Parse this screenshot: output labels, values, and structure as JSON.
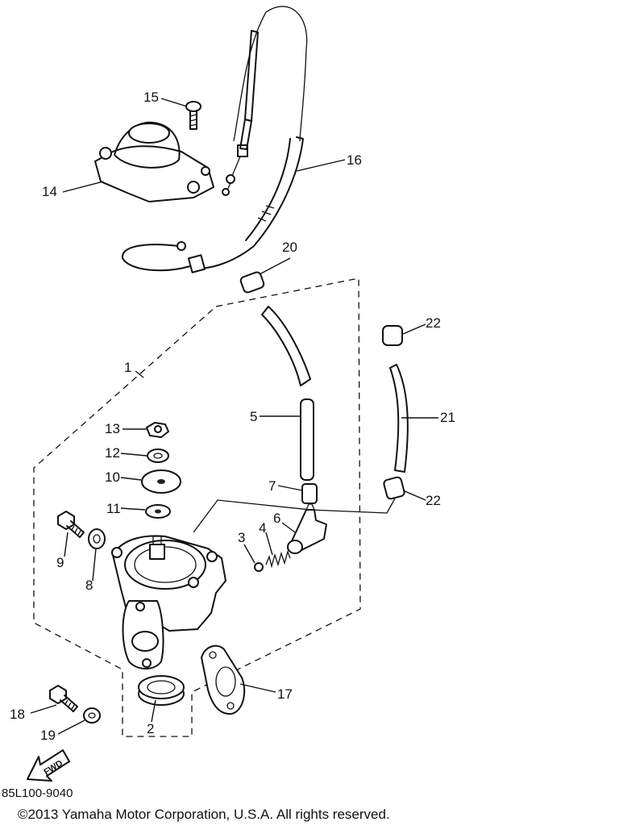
{
  "callouts": {
    "n1": "1",
    "n2": "2",
    "n3": "3",
    "n4": "4",
    "n5": "5",
    "n6": "6",
    "n7": "7",
    "n8": "8",
    "n9": "9",
    "n10": "10",
    "n11": "11",
    "n12": "12",
    "n13": "13",
    "n14": "14",
    "n15": "15",
    "n16": "16",
    "n17": "17",
    "n18": "18",
    "n19": "19",
    "n20": "20",
    "n21": "21",
    "n22a": "22",
    "n22b": "22"
  },
  "fwd_label": "FWD",
  "part_code": "85L100-9040",
  "copyright": "©2013 Yamaha Motor Corporation, U.S.A. All rights reserved."
}
